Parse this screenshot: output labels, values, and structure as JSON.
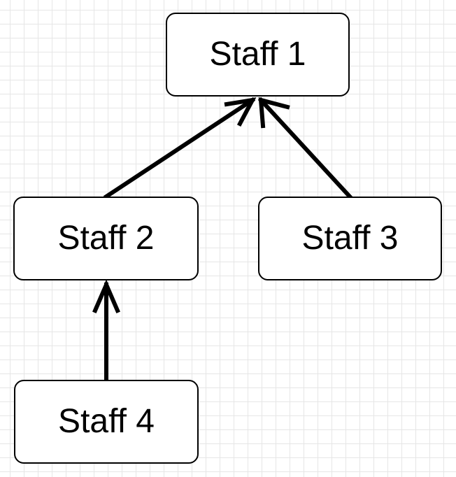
{
  "diagram": {
    "nodes": [
      {
        "id": "staff-1",
        "label": "Staff 1"
      },
      {
        "id": "staff-2",
        "label": "Staff 2"
      },
      {
        "id": "staff-3",
        "label": "Staff 3"
      },
      {
        "id": "staff-4",
        "label": "Staff 4"
      }
    ],
    "edges": [
      {
        "from": "staff-2",
        "to": "staff-1"
      },
      {
        "from": "staff-3",
        "to": "staff-1"
      },
      {
        "from": "staff-4",
        "to": "staff-2"
      }
    ],
    "colors": {
      "stroke": "#000000",
      "node_fill": "#ffffff",
      "grid": "#e6e6e6",
      "background": "#ffffff"
    }
  }
}
